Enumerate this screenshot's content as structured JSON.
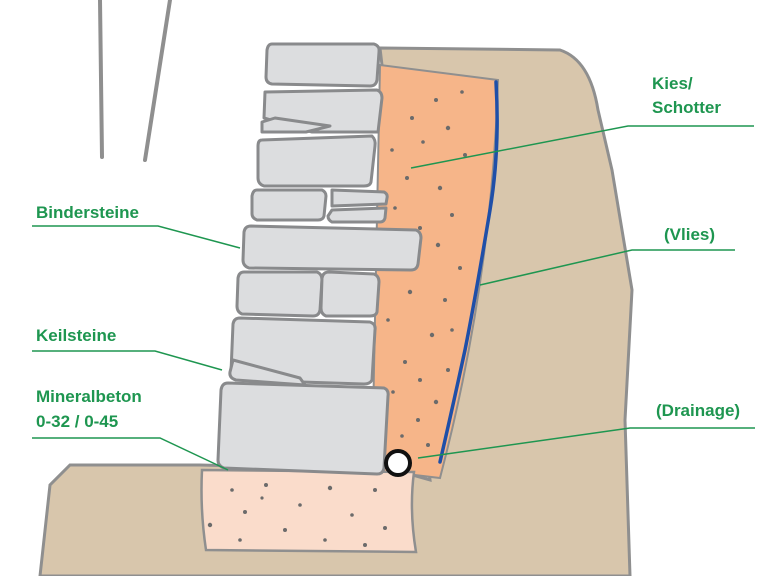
{
  "labels": {
    "kies": "Kies/",
    "schotter": "Schotter",
    "vlies": "(Vlies)",
    "drainage": "(Drainage)",
    "bindersteine": "Bindersteine",
    "keilsteine": "Keilsteine",
    "mineralbeton": "Mineralbeton",
    "mineralbeton_grading": "0-32 / 0-45"
  },
  "colors": {
    "soil": "#d8c6ac",
    "gravel": "#f6b589",
    "foundation": "#fadccb",
    "stone": "#dcdddf",
    "stone_outline": "#898a8c",
    "fleece": "#1f4fa8",
    "label_green": "#1e9650"
  }
}
